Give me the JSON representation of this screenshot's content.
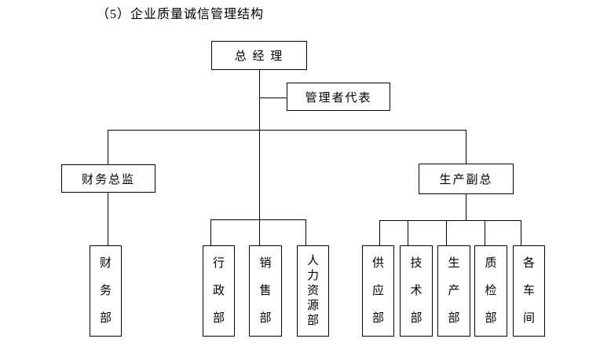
{
  "title": "（5）企业质量诚信管理结构",
  "org": {
    "general_manager": "总 经 理",
    "management_representative": "管理者代表",
    "finance_director": "财务总监",
    "production_vp": "生产副总",
    "departments": {
      "finance": "财务部",
      "admin": "行政部",
      "sales": "销售部",
      "hr": "人力资源部",
      "supply": "供应部",
      "tech": "技术部",
      "production": "生产部",
      "qc": "质检部",
      "workshops": "各车间"
    }
  },
  "colors": {
    "line": "#000000",
    "background": "#ffffff",
    "text": "#000000"
  }
}
